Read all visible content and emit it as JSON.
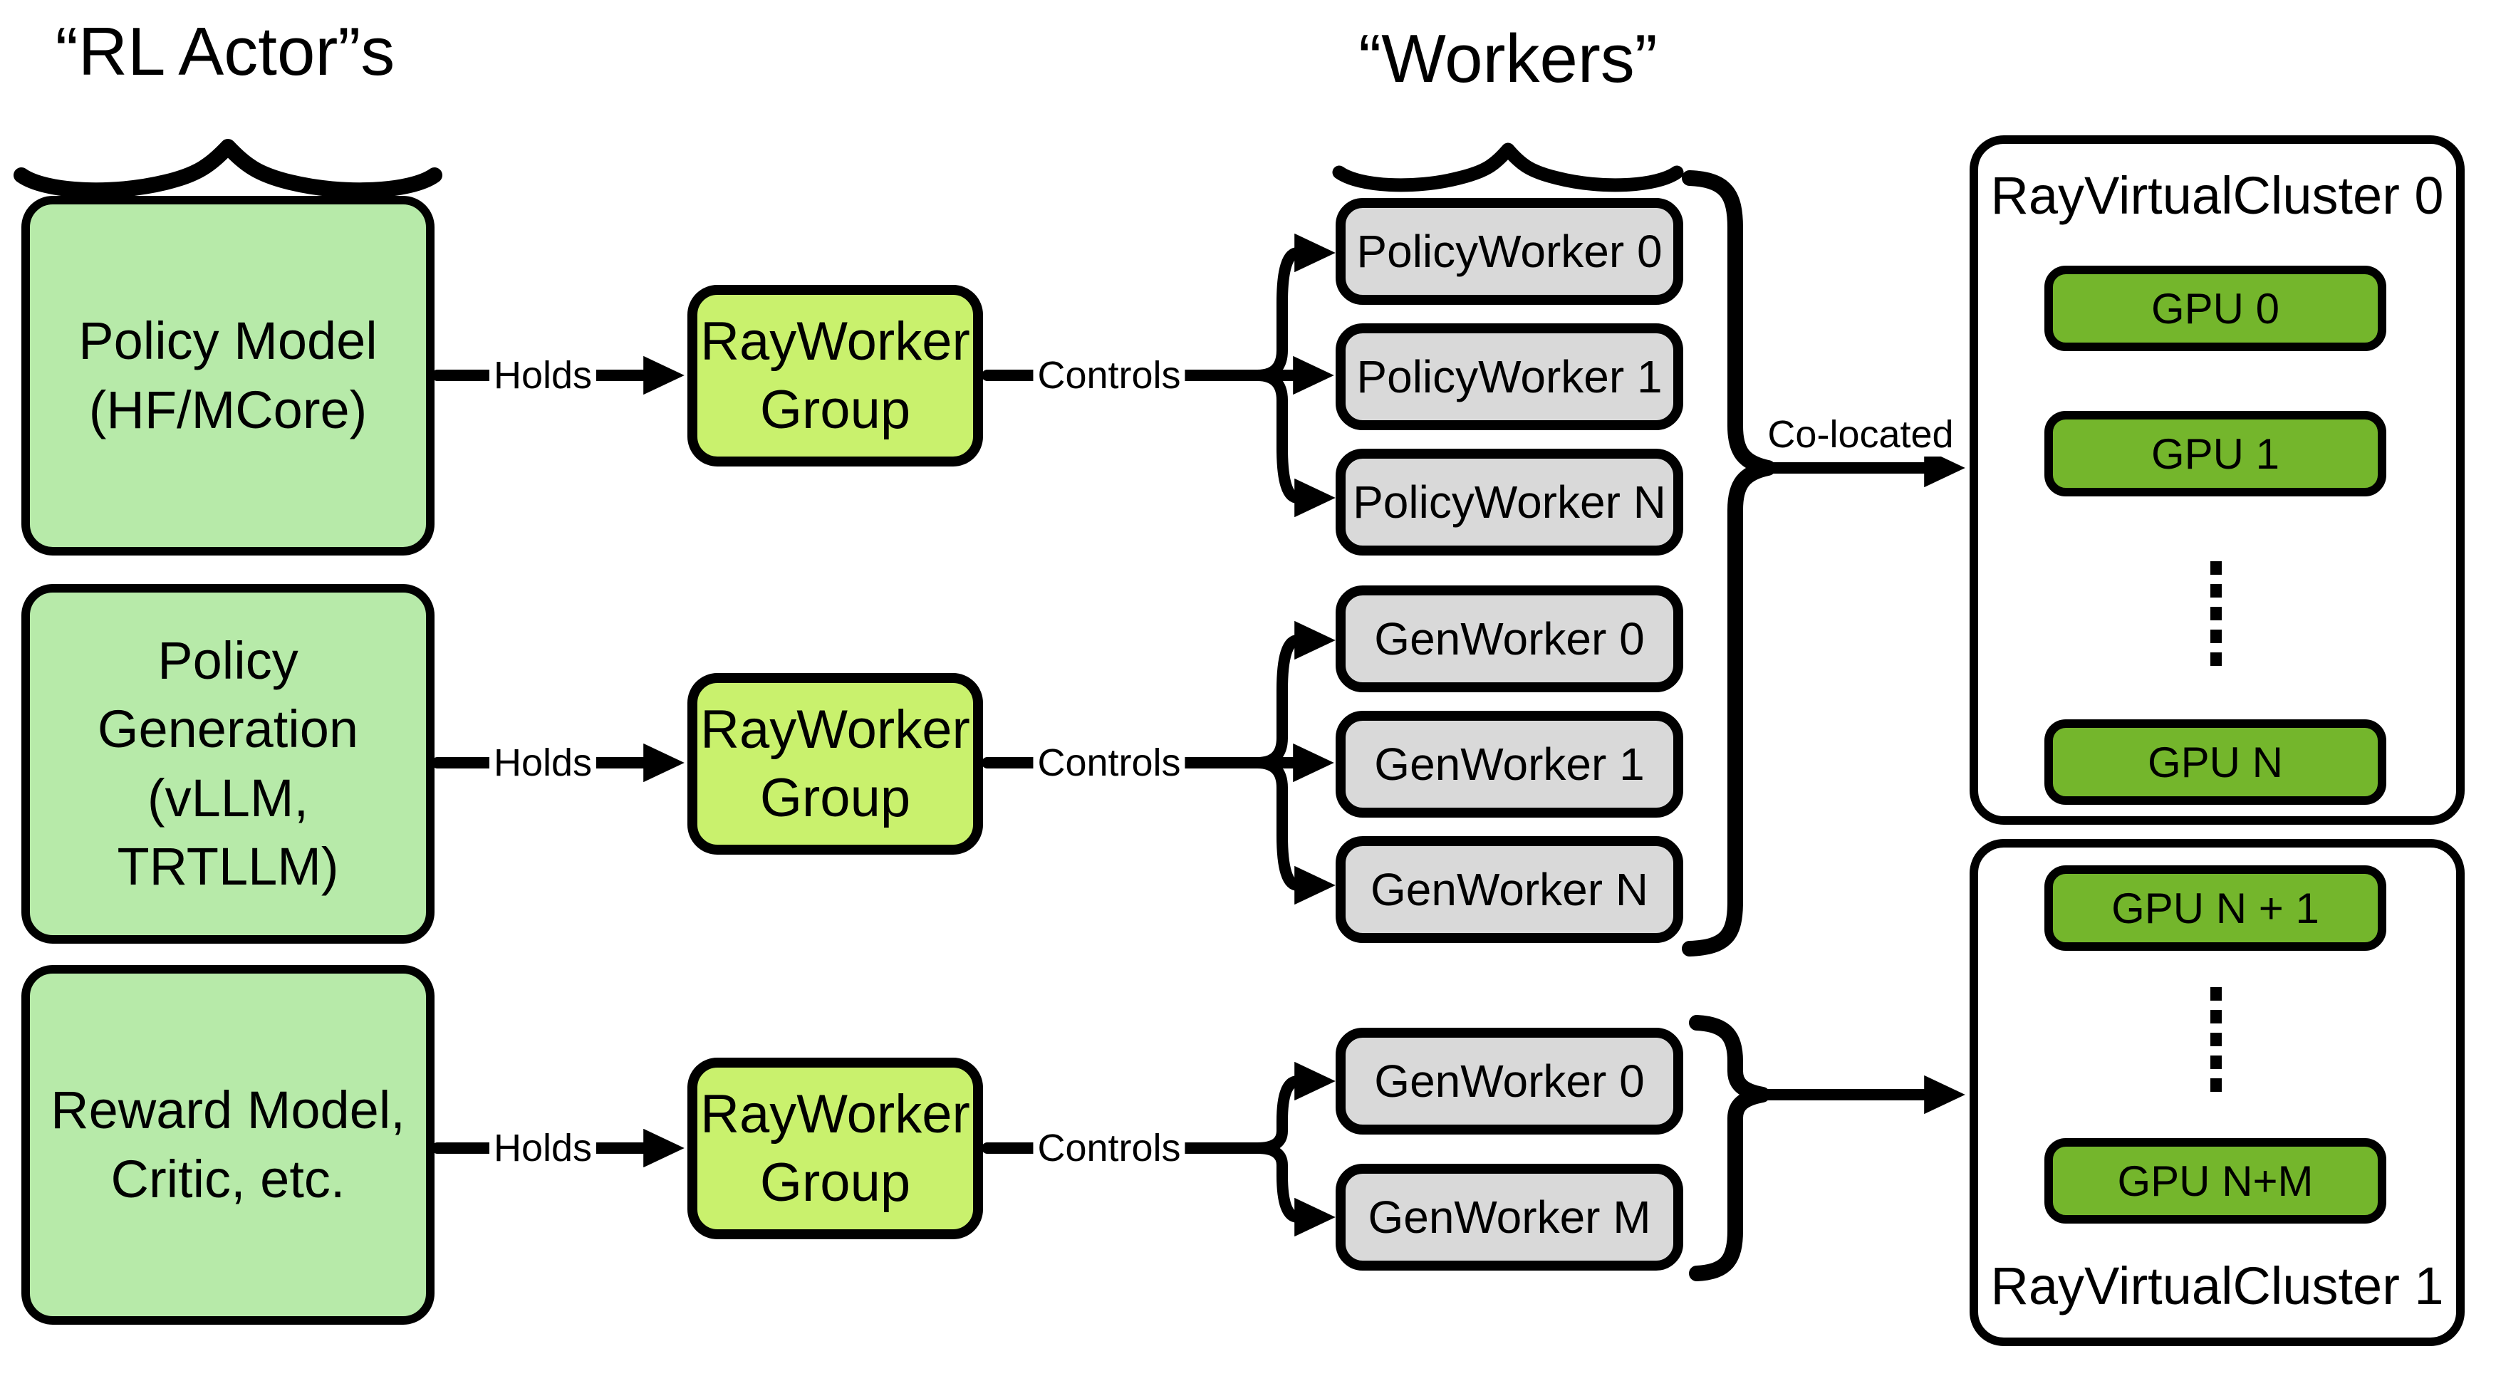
{
  "titles": {
    "actors": "“RL Actor”s",
    "workers": "“Workers”"
  },
  "edge_labels": {
    "holds": "Holds",
    "controls": "Controls",
    "co_located": "Co-located"
  },
  "actors": [
    {
      "lines": [
        "Policy Model",
        "(HF/MCore)"
      ]
    },
    {
      "lines": [
        "Policy",
        "Generation",
        "(vLLM, TRTLLM)"
      ]
    },
    {
      "lines": [
        "Reward Model,",
        "Critic, etc."
      ]
    }
  ],
  "ray_worker_group": {
    "lines": [
      "RayWorker",
      "Group"
    ]
  },
  "workers": {
    "policy_group": [
      "PolicyWorker 0",
      "PolicyWorker 1",
      "PolicyWorker N"
    ],
    "gen_group": [
      "GenWorker 0",
      "GenWorker 1",
      "GenWorker N"
    ],
    "gen_group_2": [
      "GenWorker 0",
      "GenWorker M"
    ]
  },
  "clusters": [
    {
      "title": "RayVirtualCluster 0",
      "gpus": [
        "GPU 0",
        "GPU 1",
        "GPU N"
      ]
    },
    {
      "title": "RayVirtualCluster 1",
      "gpus": [
        "GPU N + 1",
        "GPU N+M"
      ]
    }
  ],
  "colors": {
    "actor_green": "#b7eaa9",
    "group_lime": "#c9f16d",
    "worker_gray": "#d9d9d9",
    "gpu_green": "#74b62c",
    "outline": "#000000",
    "background": "#ffffff"
  }
}
